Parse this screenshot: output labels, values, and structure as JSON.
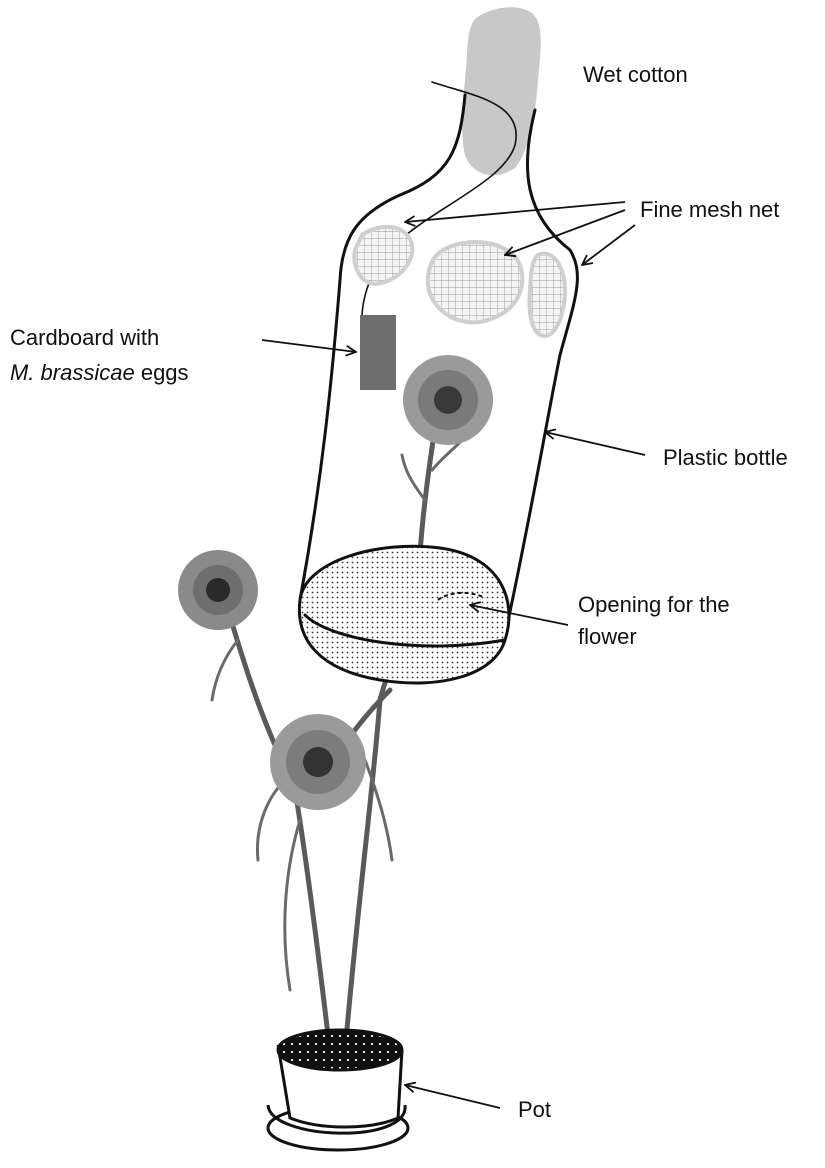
{
  "labels": {
    "wet_cotton": "Wet cotton",
    "fine_mesh_net": "Fine mesh net",
    "cardboard_line1": "Cardboard with",
    "cardboard_species": "M. brassicae",
    "cardboard_suffix": " eggs",
    "plastic_bottle": "Plastic bottle",
    "opening_line1": "Opening for the",
    "opening_line2": "flower",
    "pot": "Pot"
  },
  "colors": {
    "ink": "#111111",
    "cotton": "#c8c8c8",
    "cardboard": "#6e6e6e",
    "mesh": "#bdbdbd",
    "petal": "#8a8a8a",
    "stem": "#5a5a5a"
  },
  "icons": {
    "cotton": "wet-cotton-plug",
    "bottle": "inverted-plastic-bottle",
    "mesh": "mesh-net-patch",
    "cardboard": "egg-card",
    "flower": "cornflower",
    "pot": "flower-pot"
  }
}
